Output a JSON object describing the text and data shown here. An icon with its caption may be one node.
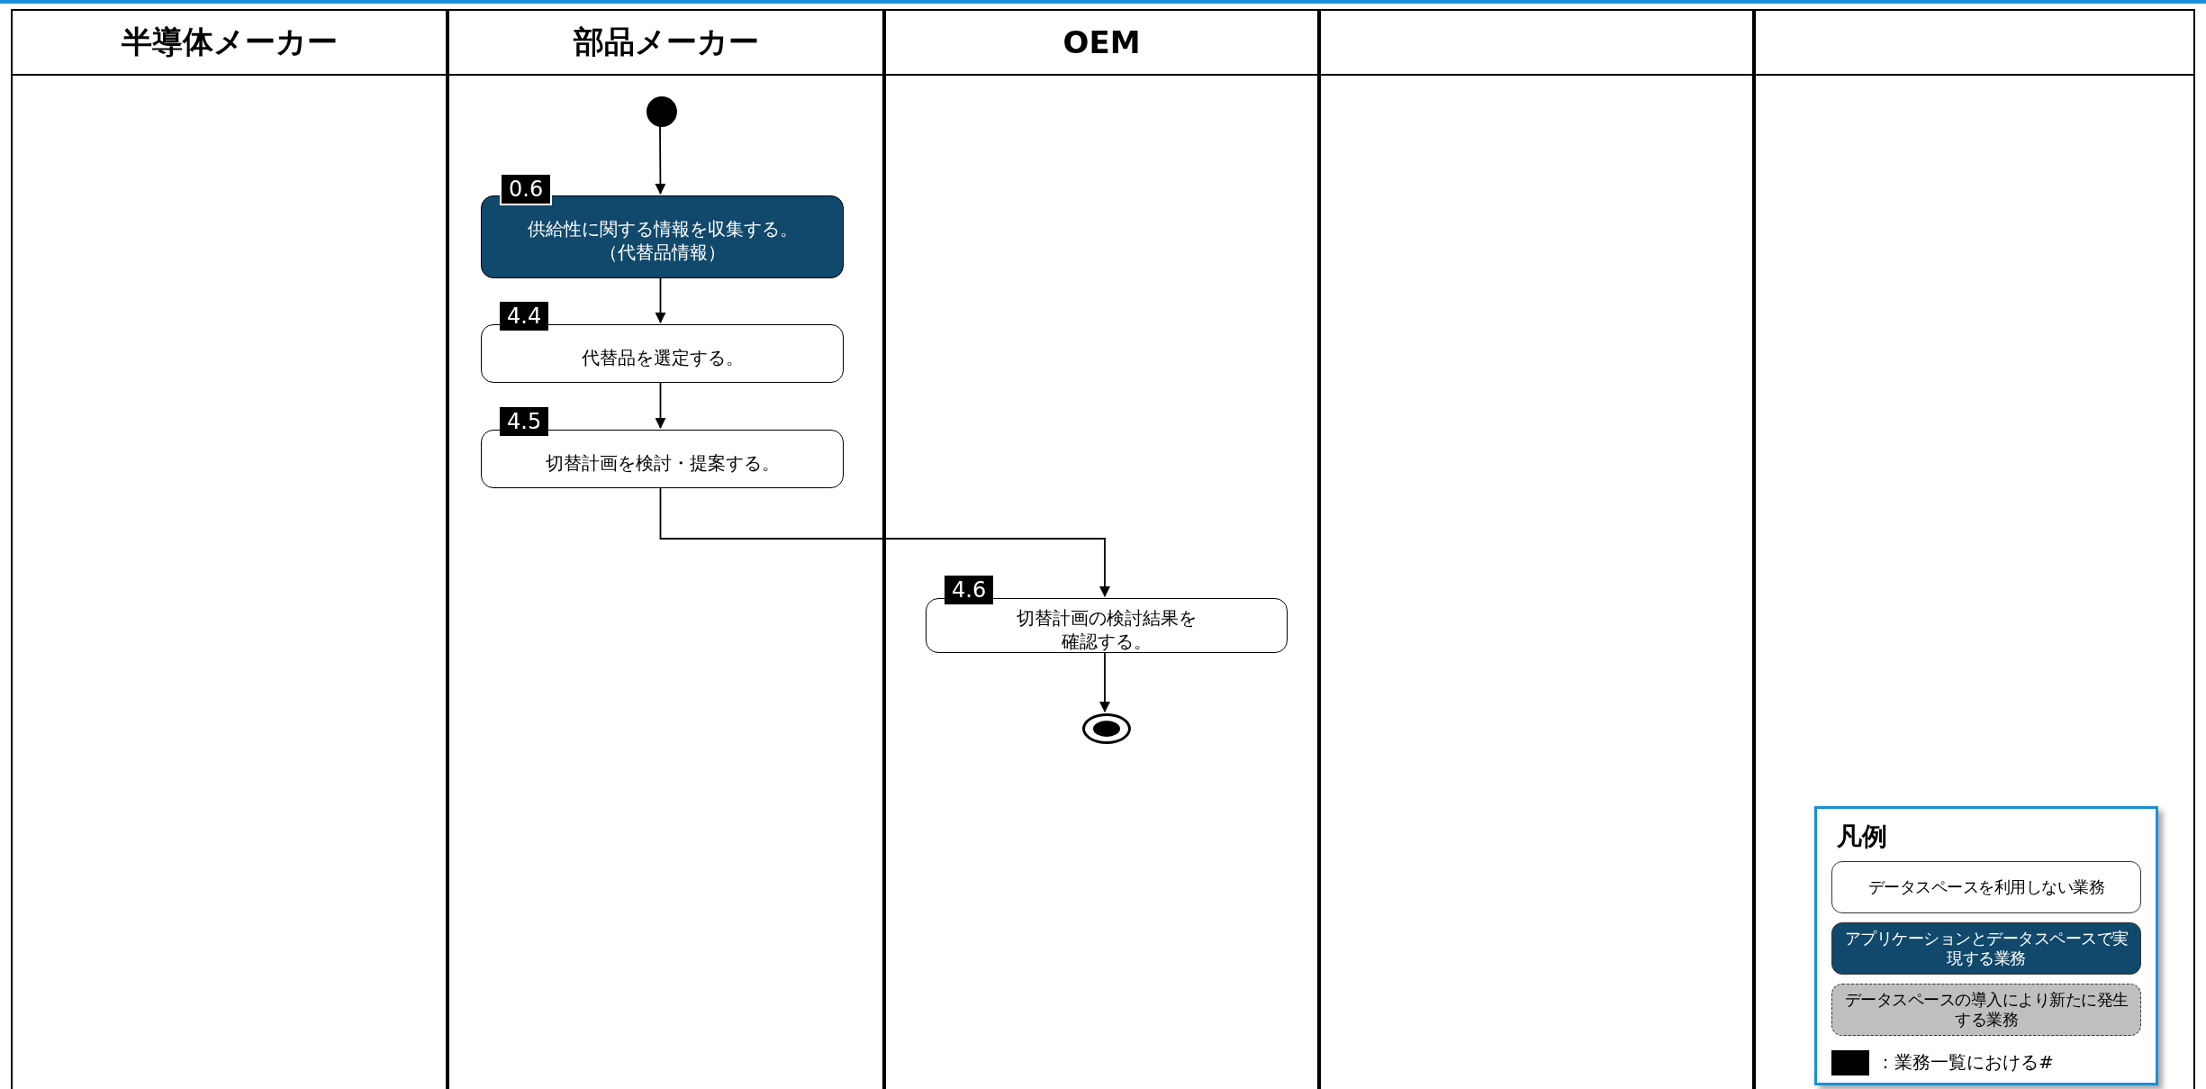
{
  "diagram": {
    "nodes": [
      {
        "text": [
          "半導体メーカー"
        ]
      },
      {
        "text": [
          "部品メーカー"
        ]
      },
      {
        "text": [
          "OEM"
        ]
      },
      {
        "text": [],
        "shape": "box"
      },
      {
        "text": [],
        "shape": "box"
      },
      {
        "text": [],
        "shape": "circle",
        "in": 1
      },
      {
        "text": [
          "0.6",
          "供給性に関する情報を収集する。（代替品情報）"
        ],
        "in": 1
      },
      {
        "text": [
          "4.4",
          "代替品を選定する。"
        ],
        "in": 1
      },
      {
        "text": [
          "4.5",
          "切替計画を検討・提案する。"
        ],
        "in": 1
      },
      {
        "text": [
          "4.6",
          "切替計画の検討結果を確認する。"
        ],
        "in": 2
      },
      {
        "text": [],
        "shape": "circle",
        "in": 2
      }
    ],
    "edges": [
      {
        "from": 5,
        "to": 6,
        "arrow": "to"
      },
      {
        "from": 6,
        "to": 7,
        "arrow": "to"
      },
      {
        "from": 7,
        "to": 8,
        "arrow": "to"
      },
      {
        "from": 8,
        "to": 9,
        "arrow": "to"
      },
      {
        "from": 9,
        "to": 10,
        "arrow": "to"
      }
    ],
    "labels": [
      "凡例"
    ],
    "legend": [
      {
        "text": "データスペースを利用しない業務",
        "color": "#ffffff"
      },
      {
        "text": "アプリケーションとデータスペースで実現する業務",
        "color": "#10496b"
      },
      {
        "text": "データスペースの導入により新たに発生する業務",
        "color": "#bfbfbf"
      },
      {
        "text": "：業務一覧における#"
      }
    ]
  }
}
